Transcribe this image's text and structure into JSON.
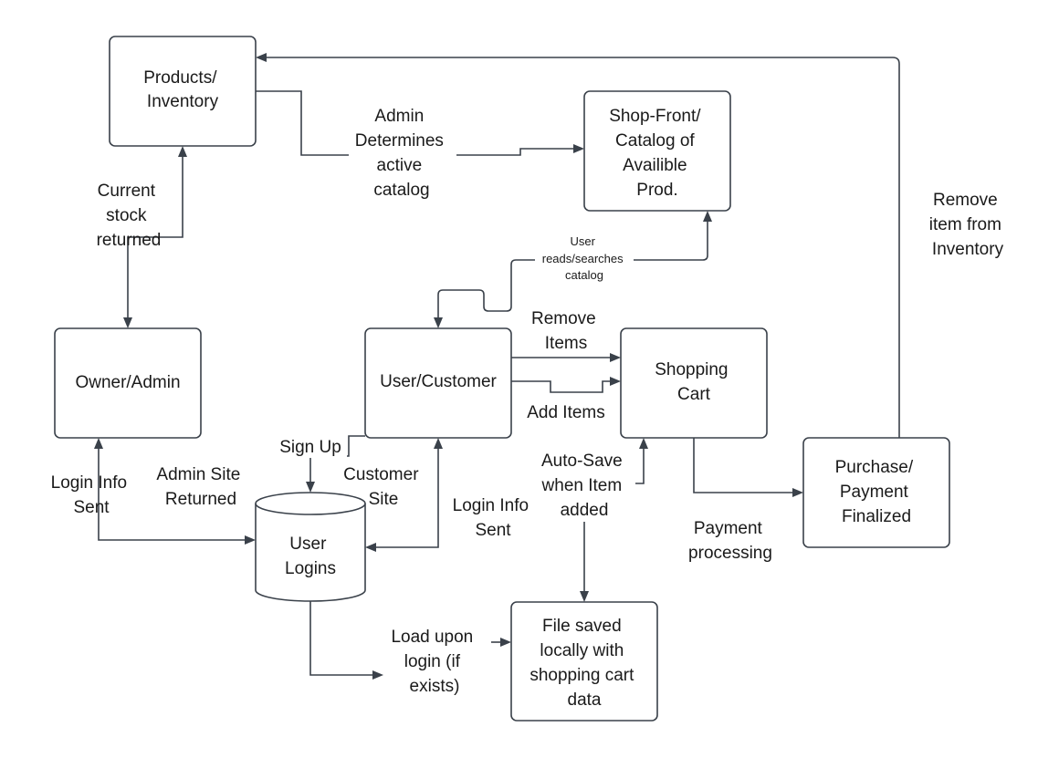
{
  "nodes": {
    "products_inventory": [
      "Products/",
      "Inventory"
    ],
    "shop_front": [
      "Shop-Front/",
      "Catalog of",
      "Availible",
      "Prod."
    ],
    "owner_admin": [
      "Owner/Admin"
    ],
    "user_customer": [
      "User/Customer"
    ],
    "shopping_cart": [
      "Shopping",
      "Cart"
    ],
    "purchase_finalized": [
      "Purchase/",
      "Payment",
      "Finalized"
    ],
    "user_logins": [
      "User",
      "Logins"
    ],
    "file_saved": [
      "File saved",
      "locally with",
      "shopping cart",
      "data"
    ]
  },
  "edges": {
    "admin_determines": [
      "Admin",
      "Determines",
      "active",
      "catalog"
    ],
    "current_stock": [
      "Current",
      "stock",
      "returned"
    ],
    "remove_from_inventory": [
      "Remove",
      "item from",
      "Inventory"
    ],
    "user_reads": [
      "User",
      "reads/searches",
      "catalog"
    ],
    "remove_items": [
      "Remove",
      "Items"
    ],
    "add_items": [
      "Add Items"
    ],
    "sign_up": [
      "Sign Up"
    ],
    "login_info_admin": [
      "Login Info",
      "Sent"
    ],
    "admin_site_returned": [
      "Admin Site",
      "Returned"
    ],
    "customer_site": [
      "Customer",
      "Site"
    ],
    "login_info_customer": [
      "Login Info",
      "Sent"
    ],
    "auto_save": [
      "Auto-Save",
      "when Item",
      "added"
    ],
    "payment_processing": [
      "Payment",
      "processing"
    ],
    "load_upon_login": [
      "Load upon",
      "login (if",
      "exists)"
    ]
  }
}
